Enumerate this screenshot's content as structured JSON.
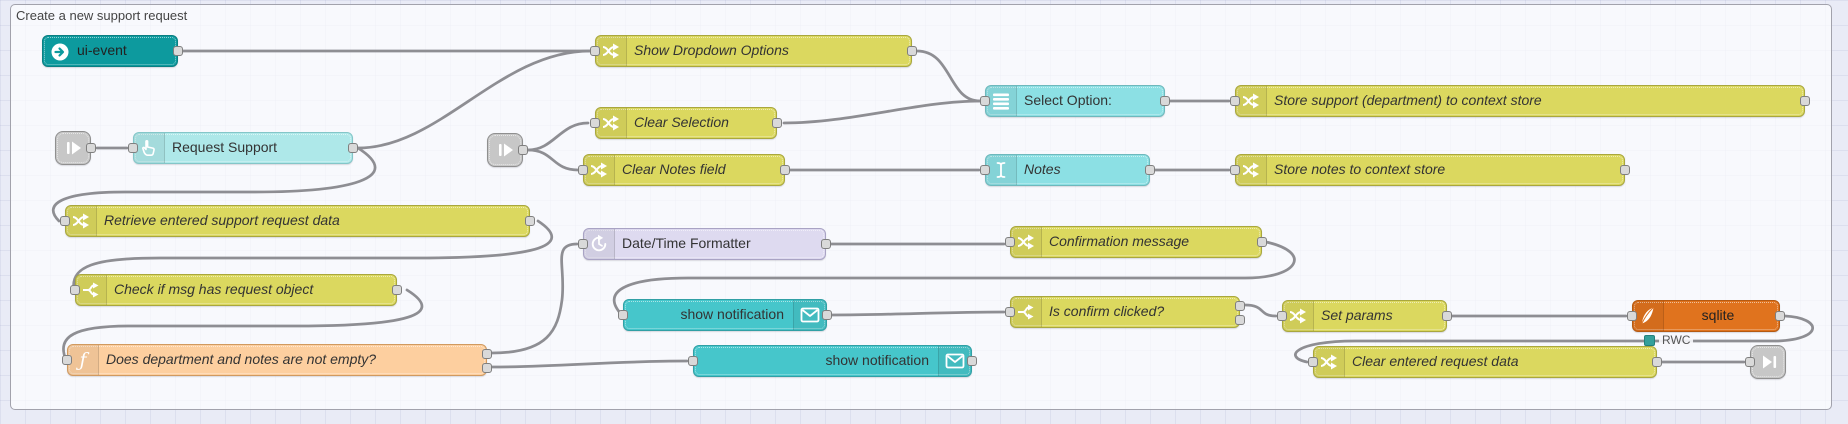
{
  "group": {
    "label": "Create a new support request"
  },
  "nodes": {
    "ui_event": {
      "label": "ui-event"
    },
    "show_dropdown": {
      "label": "Show Dropdown Options"
    },
    "select_option": {
      "label": "Select Option:"
    },
    "store_support": {
      "label": "Store support (department) to context store"
    },
    "request_support": {
      "label": "Request Support"
    },
    "clear_selection": {
      "label": "Clear Selection"
    },
    "clear_notes": {
      "label": "Clear Notes field"
    },
    "notes": {
      "label": "Notes"
    },
    "store_notes": {
      "label": "Store notes to context store"
    },
    "retrieve": {
      "label": "Retrieve entered support request data"
    },
    "datetime": {
      "label": "Date/Time Formatter"
    },
    "confirmation": {
      "label": "Confirmation message"
    },
    "check_msg": {
      "label": "Check if msg has request object"
    },
    "show_notification_1": {
      "label": "show notification"
    },
    "is_confirm": {
      "label": "Is confirm clicked?"
    },
    "set_params": {
      "label": "Set params"
    },
    "sqlite": {
      "label": "sqlite",
      "status": "RWC"
    },
    "function_check": {
      "label": "Does department and notes are not empty?"
    },
    "show_notification_2": {
      "label": "show notification"
    },
    "clear_entered": {
      "label": "Clear entered request data"
    }
  },
  "colors": {
    "change": "#dbd85f",
    "function": "#fdcf9f",
    "ui-event": "#0d9a9e",
    "widget-light": "#aee8e9",
    "widget-cyan": "#8ce0e4",
    "notification": "#46c6cb",
    "datetime": "#dedaf0",
    "sqlite": "#e0731e",
    "link": "#c7c7c7",
    "wire": "#8e8e93",
    "status-ok": "#35a09b"
  }
}
